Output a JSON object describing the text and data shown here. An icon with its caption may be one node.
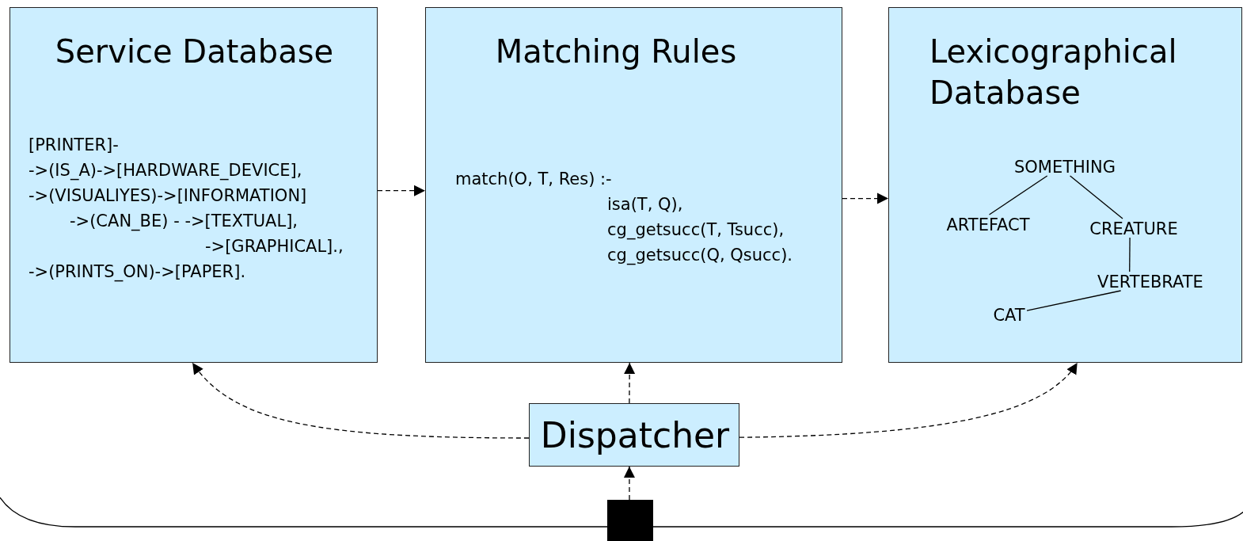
{
  "diagram": {
    "nodes": [
      {
        "text": [
          "Service Database",
          "[PRINTER]-",
          "->(IS_A)->[HARDWARE_DEVICE],",
          "->(VISUALIYES)->[INFORMATION]",
          "->(CAN_BE) - ->[TEXTUAL],",
          "->[GRAPHICAL].,",
          "->(PRINTS_ON)->[PAPER]."
        ]
      },
      {
        "text": [
          "Matching Rules",
          "match(O, T, Res) :-",
          "isa(T, Q),",
          "cg_getsucc(T, Tsucc),",
          "cg_getsucc(Q, Qsucc)."
        ]
      },
      {
        "text": [
          "Lexicographical Database"
        ]
      },
      {
        "text": [
          "SOMETHING"
        ],
        "in": 2
      },
      {
        "text": [
          "ARTEFACT"
        ],
        "in": 2
      },
      {
        "text": [
          "CREATURE"
        ],
        "in": 2
      },
      {
        "text": [
          "VERTEBRATE"
        ],
        "in": 2
      },
      {
        "text": [
          "CAT"
        ],
        "in": 2
      },
      {
        "text": [
          "Dispatcher"
        ]
      },
      {
        "text": [],
        "shape": "box"
      }
    ],
    "edges": [
      {
        "from": 0,
        "to": 1,
        "arrow": "to",
        "style": "dashed"
      },
      {
        "from": 1,
        "to": 2,
        "arrow": "to",
        "style": "dashed"
      },
      {
        "from": 8,
        "to": 0,
        "arrow": "to",
        "style": "dashed"
      },
      {
        "from": 8,
        "to": 1,
        "arrow": "to",
        "style": "dashed"
      },
      {
        "from": 8,
        "to": 2,
        "arrow": "to",
        "style": "dashed"
      },
      {
        "from": 9,
        "to": 8,
        "arrow": "to",
        "style": "dashed"
      },
      {
        "from": 3,
        "to": 4,
        "arrow": "none"
      },
      {
        "from": 3,
        "to": 5,
        "arrow": "none"
      },
      {
        "from": 5,
        "to": 6,
        "arrow": "none"
      },
      {
        "from": 6,
        "to": 7,
        "arrow": "none"
      }
    ]
  }
}
